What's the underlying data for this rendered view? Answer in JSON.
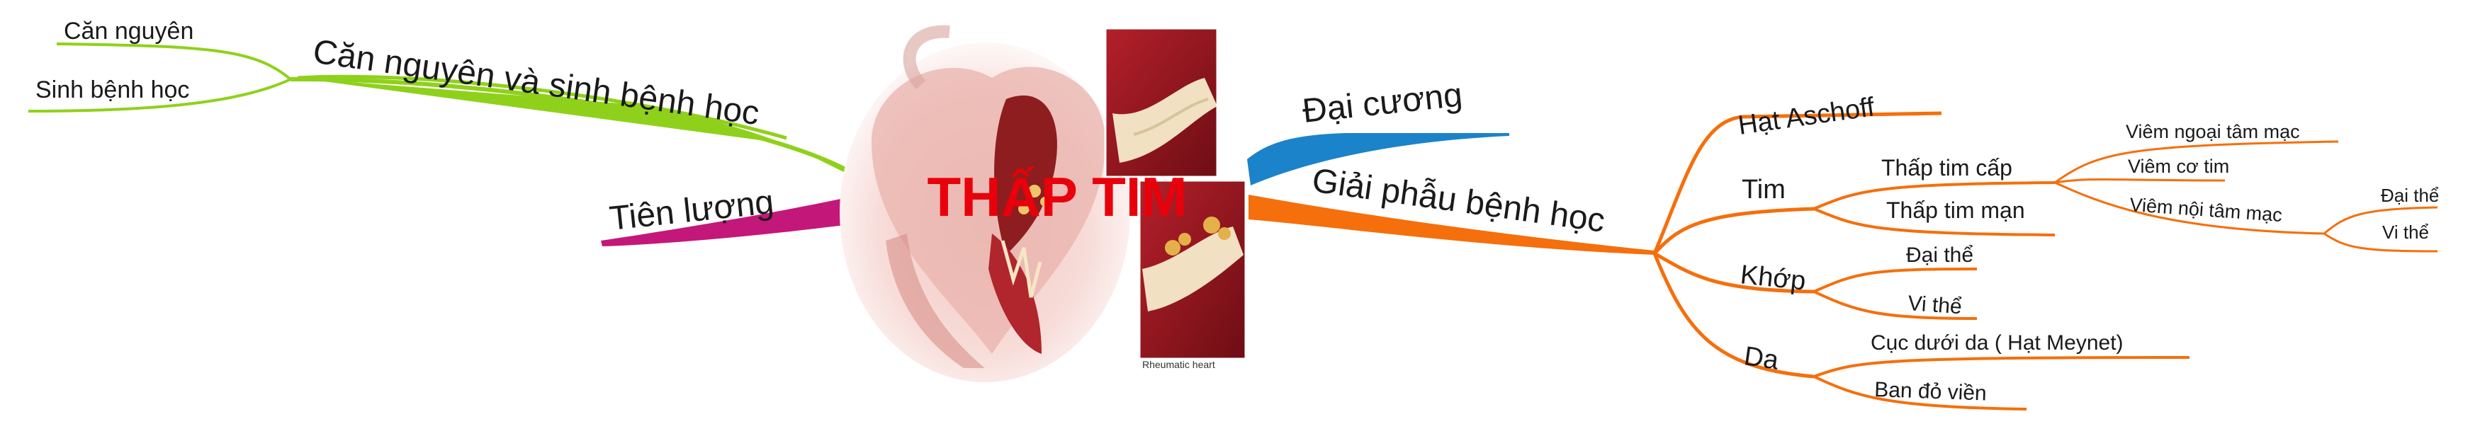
{
  "central": {
    "title": "THẤP TIM",
    "image_caption": "Rheumatic heart",
    "title_color": "#e8000b",
    "image_icon": "heart-anatomy-illustration"
  },
  "branches": {
    "etiology": {
      "label": "Căn nguyên và sinh bệnh học",
      "color": "#8fd11a",
      "children": [
        "Căn nguyên",
        "Sinh bệnh học"
      ]
    },
    "prognosis": {
      "label": "Tiên lượng",
      "color": "#c4177a"
    },
    "overview": {
      "label": "Đại cương",
      "color": "#1a83c9"
    },
    "pathology": {
      "label": "Giải phẫu bệnh học",
      "color": "#f56f0c",
      "children": {
        "aschoff": "Hạt Aschoff",
        "heart": {
          "label": "Tim",
          "acute": {
            "label": "Thấp tim cấp",
            "items": [
              "Viêm ngoại tâm mạc",
              "Viêm cơ tim",
              "Viêm nội tâm mạc"
            ],
            "endocarditis_types": [
              "Đại thể",
              "Vi thể"
            ]
          },
          "chronic": "Thấp tim mạn"
        },
        "joint": {
          "label": "Khớp",
          "items": [
            "Đại thể",
            "Vi thể"
          ]
        },
        "skin": {
          "label": "Da",
          "items": [
            "Cục dưới da ( Hạt Meynet)",
            "Ban đỏ viền"
          ]
        }
      }
    }
  }
}
